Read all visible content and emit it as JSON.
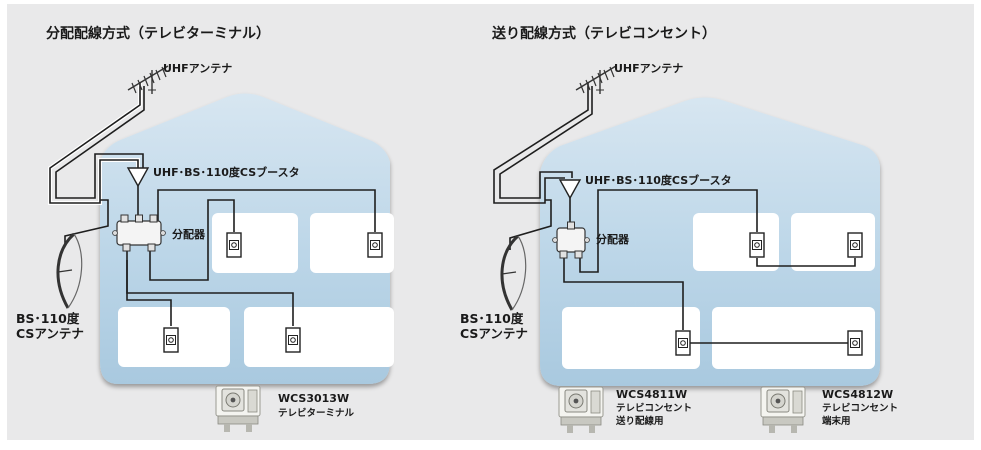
{
  "left": {
    "title": "分配配線方式（テレビターミナル）",
    "antenna_uhf": "UHFアンテナ",
    "booster": "UHF･BS･110度CSブースタ",
    "splitter": "分配器",
    "bs_antenna_line1": "BS･110度",
    "bs_antenna_line2": "CSアンテナ",
    "product": {
      "model": "WCS3013W",
      "desc_lines": [
        "テレビターミナル"
      ]
    }
  },
  "right": {
    "title": "送り配線方式（テレビコンセント）",
    "antenna_uhf": "UHFアンテナ",
    "booster": "UHF･BS･110度CSブースタ",
    "splitter": "分配器",
    "bs_antenna_line1": "BS･110度",
    "bs_antenna_line2": "CSアンテナ",
    "products": [
      {
        "model": "WCS4811W",
        "desc_lines": [
          "テレビコンセント",
          "送り配線用"
        ]
      },
      {
        "model": "WCS4812W",
        "desc_lines": [
          "テレビコンセント",
          "端末用"
        ]
      }
    ]
  },
  "colors": {
    "background": "#e9e9ea",
    "house_fill": "#bcd6e8",
    "room": "#ffffff",
    "wire": "#1e1e1e"
  }
}
